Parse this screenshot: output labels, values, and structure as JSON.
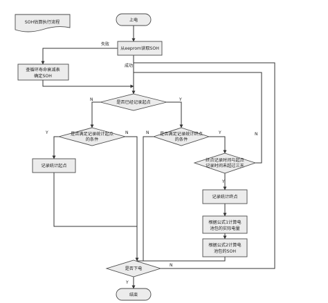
{
  "title_note": "SOH估算执行流程",
  "nodes": {
    "start": "上电",
    "read_eeprom": "从eeprom读取SOH",
    "lookup_cycle": [
      "查循环寿命衰减表",
      "确定SOH"
    ],
    "decision_started": "是否已经记录起点",
    "decision_start_cond": [
      "是否满足记录统计起点",
      "的条件"
    ],
    "decision_end_cond": [
      "是否满足记录统计终点",
      "的条件"
    ],
    "decision_time": [
      "终点记录时间与起点",
      "记录时间未超过三天"
    ],
    "record_start": "记录统计起点",
    "record_end": "记录统计终点",
    "calc_formula1": [
      "根据公式1计算电",
      "池包的实际电量"
    ],
    "calc_formula2": [
      "根据公式2计算电",
      "池包的SOH"
    ],
    "decision_power_off": "是否下电",
    "end": "结束"
  },
  "edge_labels": {
    "fail": "失败",
    "success": "成功",
    "yes": "Y",
    "no": "N"
  },
  "colors": {
    "node_fill": "#ececec",
    "node_stroke": "#4a4a4a",
    "line": "#333333"
  }
}
